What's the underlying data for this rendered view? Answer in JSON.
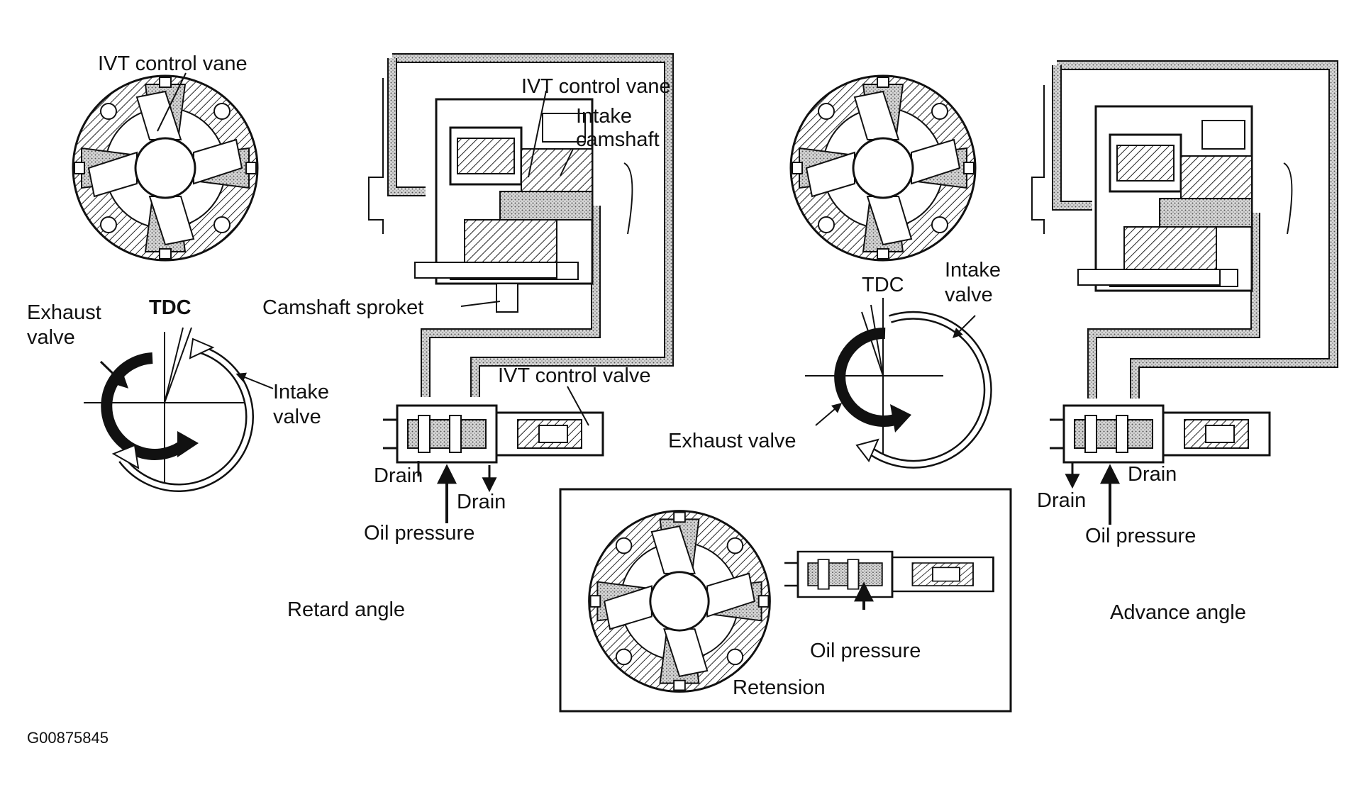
{
  "labels": {
    "ivt_vane_left": "IVT control vane",
    "ivt_vane_right": "IVT control vane",
    "intake_camshaft": "Intake camshaft",
    "exhaust_valve_left": "Exhaust valve",
    "tdc_left": "TDC",
    "intake_valve_left": "Intake valve",
    "camshaft_sprocket": "Camshaft sproket",
    "ivt_control_valve": "IVT control valve",
    "drain_left_1": "Drain",
    "drain_left_2": "Drain",
    "oil_pressure_left": "Oil pressure",
    "retard_angle": "Retard angle",
    "tdc_right": "TDC",
    "intake_valve_right": "Intake valve",
    "exhaust_valve_right": "Exhaust valve",
    "oil_pressure_center": "Oil pressure",
    "retension": "Retension",
    "drain_right_1": "Drain",
    "drain_right_2": "Drain",
    "oil_pressure_right": "Oil pressure",
    "advance_angle": "Advance angle",
    "figure_id": "G00875845"
  },
  "colors": {
    "ink": "#111111",
    "hatch": "#222222",
    "stipple": "#b8b8b8",
    "paper": "#ffffff"
  }
}
